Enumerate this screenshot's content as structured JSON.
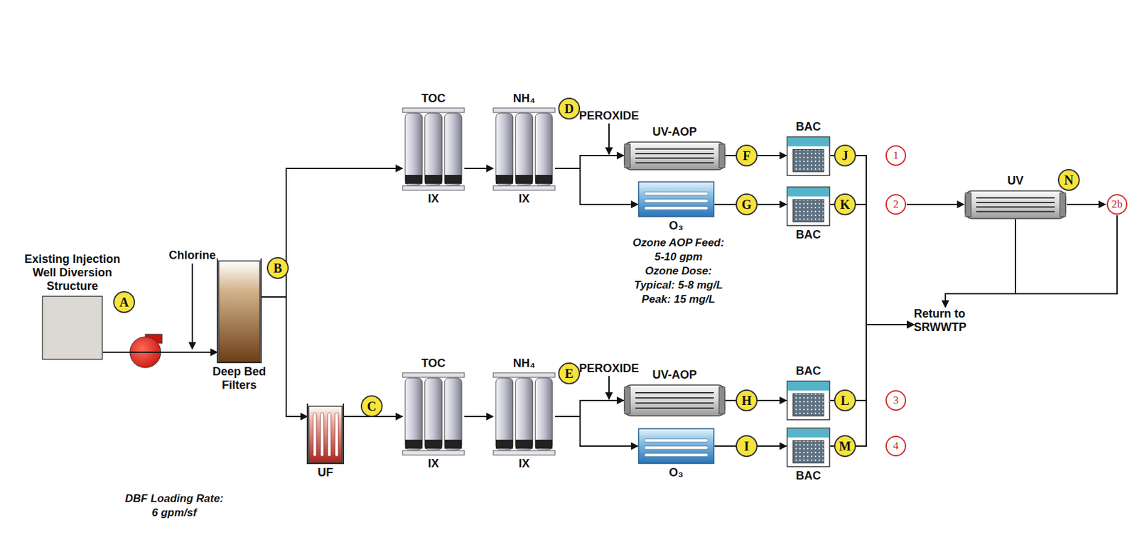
{
  "diagram": {
    "nodes": [
      {
        "text": [
          "Existing Injection Well Diversion Structure"
        ]
      },
      {
        "text": [
          "Deep Bed Filters"
        ]
      },
      {
        "text": [
          "UF"
        ]
      },
      {
        "text": [
          "TOC",
          "IX"
        ]
      },
      {
        "text": [
          "NH₄",
          "IX"
        ]
      },
      {
        "text": [
          "UV-AOP"
        ]
      },
      {
        "text": [
          "O₃"
        ]
      },
      {
        "text": [
          "BAC"
        ]
      },
      {
        "text": [
          "BAC"
        ]
      },
      {
        "text": [
          "TOC",
          "IX"
        ]
      },
      {
        "text": [
          "NH₄",
          "IX"
        ]
      },
      {
        "text": [
          "UV-AOP"
        ]
      },
      {
        "text": [
          "O₃"
        ]
      },
      {
        "text": [
          "BAC"
        ]
      },
      {
        "text": [
          "BAC"
        ]
      },
      {
        "text": [
          "UV"
        ]
      },
      {
        "text": [
          "Return to SRWWTP"
        ]
      }
    ],
    "edges": [
      {
        "from": 0,
        "to": 1,
        "arrow": "to"
      },
      {
        "from": 1,
        "to": 3,
        "arrow": "to"
      },
      {
        "from": 1,
        "to": 2,
        "arrow": "to"
      },
      {
        "from": 2,
        "to": 9,
        "arrow": "to"
      },
      {
        "from": 3,
        "to": 4,
        "arrow": "to"
      },
      {
        "from": 9,
        "to": 10,
        "arrow": "to"
      },
      {
        "from": 4,
        "to": 5,
        "arrow": "to"
      },
      {
        "from": 4,
        "to": 6,
        "arrow": "to"
      },
      {
        "from": 10,
        "to": 11,
        "arrow": "to"
      },
      {
        "from": 10,
        "to": 12,
        "arrow": "to"
      },
      {
        "from": 5,
        "to": 7,
        "arrow": "to"
      },
      {
        "from": 6,
        "to": 8,
        "arrow": "to"
      },
      {
        "from": 11,
        "to": 13,
        "arrow": "to"
      },
      {
        "from": 12,
        "to": 14,
        "arrow": "to"
      },
      {
        "from": 7,
        "to": 16,
        "arrow": "to"
      },
      {
        "from": 8,
        "to": 16,
        "arrow": "to"
      },
      {
        "from": 13,
        "to": 16,
        "arrow": "to"
      },
      {
        "from": 14,
        "to": 16,
        "arrow": "to"
      },
      {
        "from": 15,
        "to": 16,
        "arrow": "to"
      }
    ],
    "labels": [
      "Chlorine",
      "A",
      "B",
      "C",
      "D",
      "E",
      "F",
      "G",
      "H",
      "I",
      "J",
      "K",
      "L",
      "M",
      "N",
      "PEROXIDE",
      "PEROXIDE",
      "1",
      "2",
      "3",
      "4",
      "2b",
      "Ozone AOP Feed:",
      "5-10 gpm",
      "Ozone Dose:",
      "Typical: 5-8 mg/L",
      "Peak: 15 mg/L",
      "DBF Loading Rate:",
      "6 gpm/sf"
    ]
  }
}
